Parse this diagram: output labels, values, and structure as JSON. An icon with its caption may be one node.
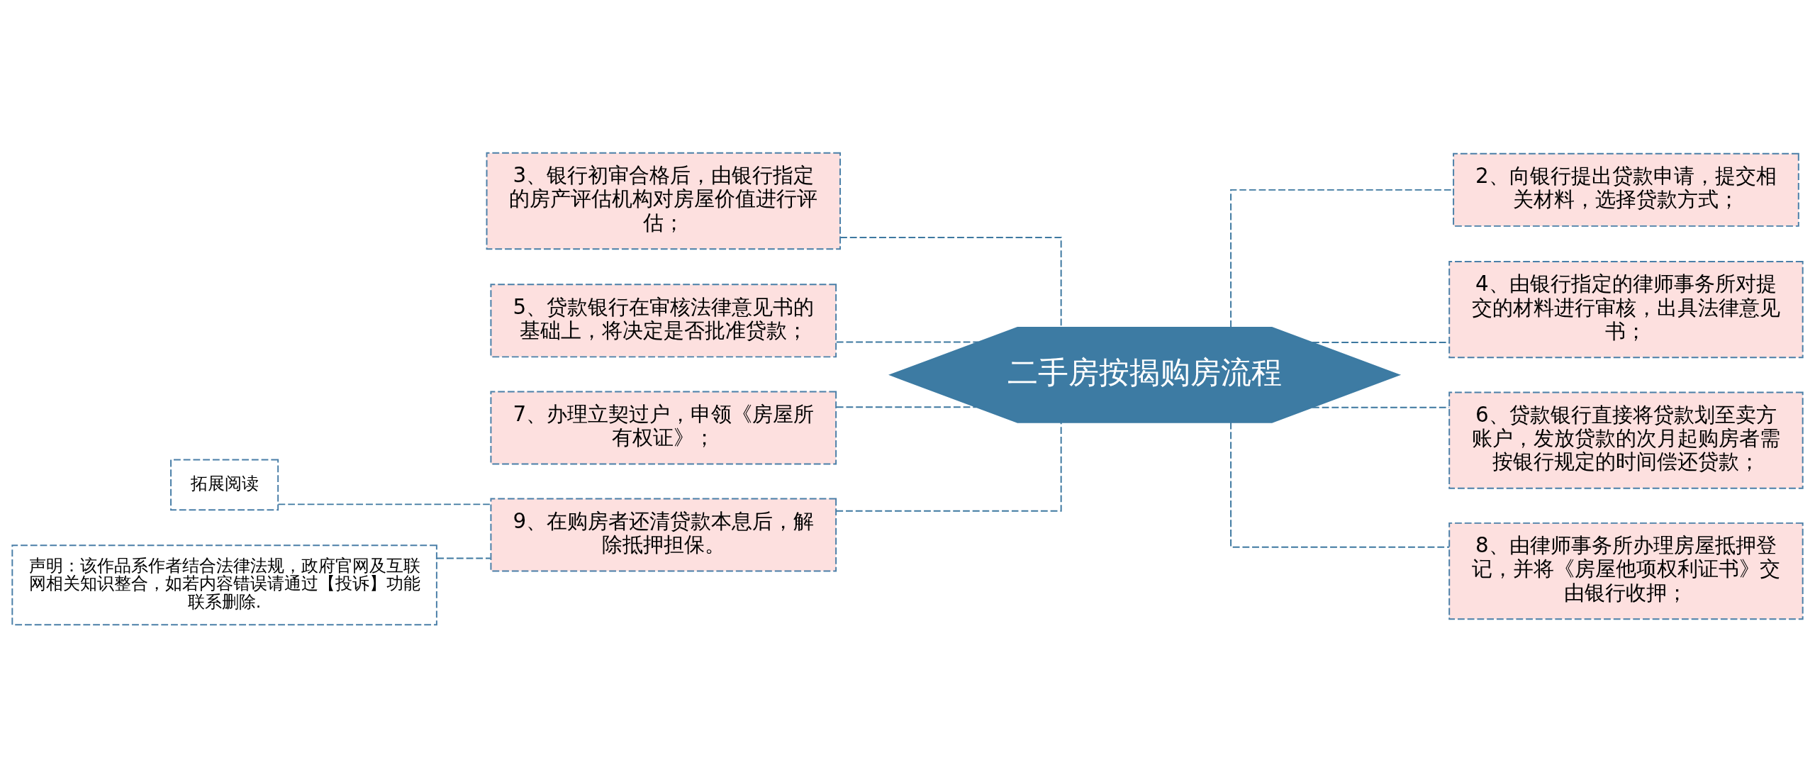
{
  "diagram": {
    "nodes": [
      {
        "text": [
          "二手房按揭购房流程"
        ]
      },
      {
        "text": [
          "3、银行初审合格后，由银行指定的房产评估机构对房屋价值进行评估；"
        ]
      },
      {
        "text": [
          "5、贷款银行在审核法律意见书的基础上，将决定是否批准贷款；"
        ]
      },
      {
        "text": [
          "7、办理立契过户，申领《房屋所有权证》；"
        ]
      },
      {
        "text": [
          "9、在购房者还清贷款本息后，解除抵押担保。"
        ]
      },
      {
        "text": [
          "拓展阅读"
        ]
      },
      {
        "text": [
          "声明：该作品系作者结合法律法规，政府官网及互联网相关知识整合，如若内容错误请通过【投诉】功能联系删除."
        ]
      },
      {
        "text": [
          "2、向银行提出贷款申请，提交相关材料，选择贷款方式；"
        ]
      },
      {
        "text": [
          "4、由银行指定的律师事务所对提交的材料进行审核，出具法律意见书；"
        ]
      },
      {
        "text": [
          "6、贷款银行直接将贷款划至卖方账户，发放贷款的次月起购房者需按银行规定的时间偿还贷款；"
        ]
      },
      {
        "text": [
          "8、由律师事务所办理房屋抵押登记，并将《房屋他项权利证书》交由银行收押；"
        ]
      }
    ],
    "edges": [
      {
        "from": 1,
        "to": 0,
        "arrow": "none",
        "style": "dashed"
      },
      {
        "from": 2,
        "to": 0,
        "arrow": "none",
        "style": "dashed"
      },
      {
        "from": 3,
        "to": 0,
        "arrow": "none",
        "style": "dashed"
      },
      {
        "from": 4,
        "to": 0,
        "arrow": "none",
        "style": "dashed"
      },
      {
        "from": 0,
        "to": 7,
        "arrow": "none",
        "style": "dashed"
      },
      {
        "from": 0,
        "to": 8,
        "arrow": "none",
        "style": "dashed"
      },
      {
        "from": 0,
        "to": 9,
        "arrow": "none",
        "style": "dashed"
      },
      {
        "from": 0,
        "to": 10,
        "arrow": "none",
        "style": "dashed"
      },
      {
        "from": 5,
        "to": 4,
        "arrow": "none",
        "style": "dashed"
      },
      {
        "from": 6,
        "to": 4,
        "arrow": "none",
        "style": "dashed"
      }
    ]
  }
}
